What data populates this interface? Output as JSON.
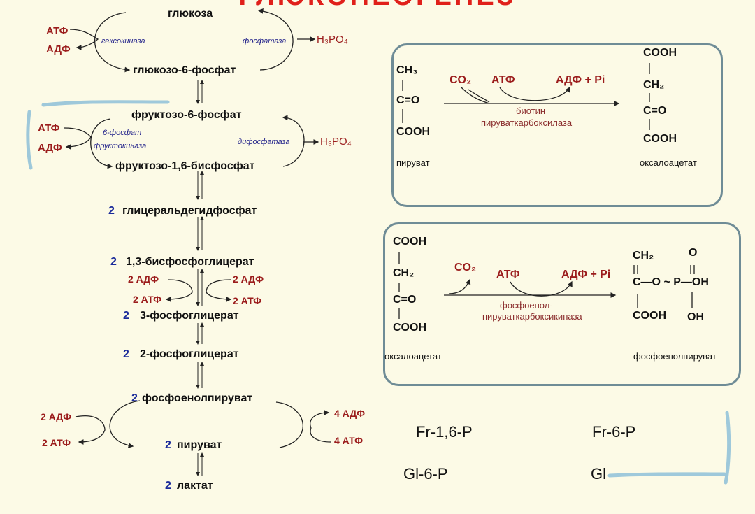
{
  "title": "ГЛЮКОНЕОГЕНЕЗ",
  "pathway": {
    "glucose": "глюкоза",
    "g6p": "глюкозо-6-фосфат",
    "f6p": "фруктозо-6-фосфат",
    "f16bp": "фруктозо-1,6-бисфосфат",
    "gap": "глицеральдегидфосфат",
    "bpg": "1,3-бисфосфоглицерат",
    "pg3": "3-фосфоглицерат",
    "pg2": "2-фосфоглицерат",
    "pep": "фосфоенолпируват",
    "pyruvate": "пируват",
    "lactate": "лактат",
    "two": "2"
  },
  "cofactors": {
    "atp": "АТФ",
    "adp": "АДФ",
    "h3po4": "H₃PO₄",
    "adp2": "2 АДФ",
    "atp2": "2 АТФ",
    "adp4": "4 АДФ",
    "atp4": "4 АТФ"
  },
  "enzymes": {
    "hexokinase": "гексокиназа",
    "phosphatase": "фосфатаза",
    "pfk1": "6-фосфат",
    "pfk2": "фруктокиназа",
    "diphosphatase": "дифосфатаза"
  },
  "box1": {
    "ch3": "CH₃",
    "co": "C=O",
    "cooh": "COOH",
    "ch2": "CH₂",
    "co2": "CO₂",
    "atp": "АТФ",
    "adppi": "АДФ + Pi",
    "enzyme1": "биотин",
    "enzyme2": "пируваткарбоксилаза",
    "substrate": "пируват",
    "product": "оксалоацетат"
  },
  "box2": {
    "cooh": "COOH",
    "ch2": "CH₂",
    "co": "C=O",
    "co2": "CO₂",
    "atp": "АТФ",
    "adppi": "АДФ + Pi",
    "enzyme1": "фосфоенол-",
    "enzyme2": "пируваткарбоксикиназа",
    "pep1": "C—O ~ P—OH",
    "o": "O",
    "oh": "OH",
    "substrate": "оксалоацетат",
    "product": "фосфоенолпируват"
  },
  "notes": {
    "f16p": "Fr-1,6-P",
    "f6p": "Fr-6-P",
    "g6p": "Gl-6-P",
    "gl": "Gl"
  }
}
